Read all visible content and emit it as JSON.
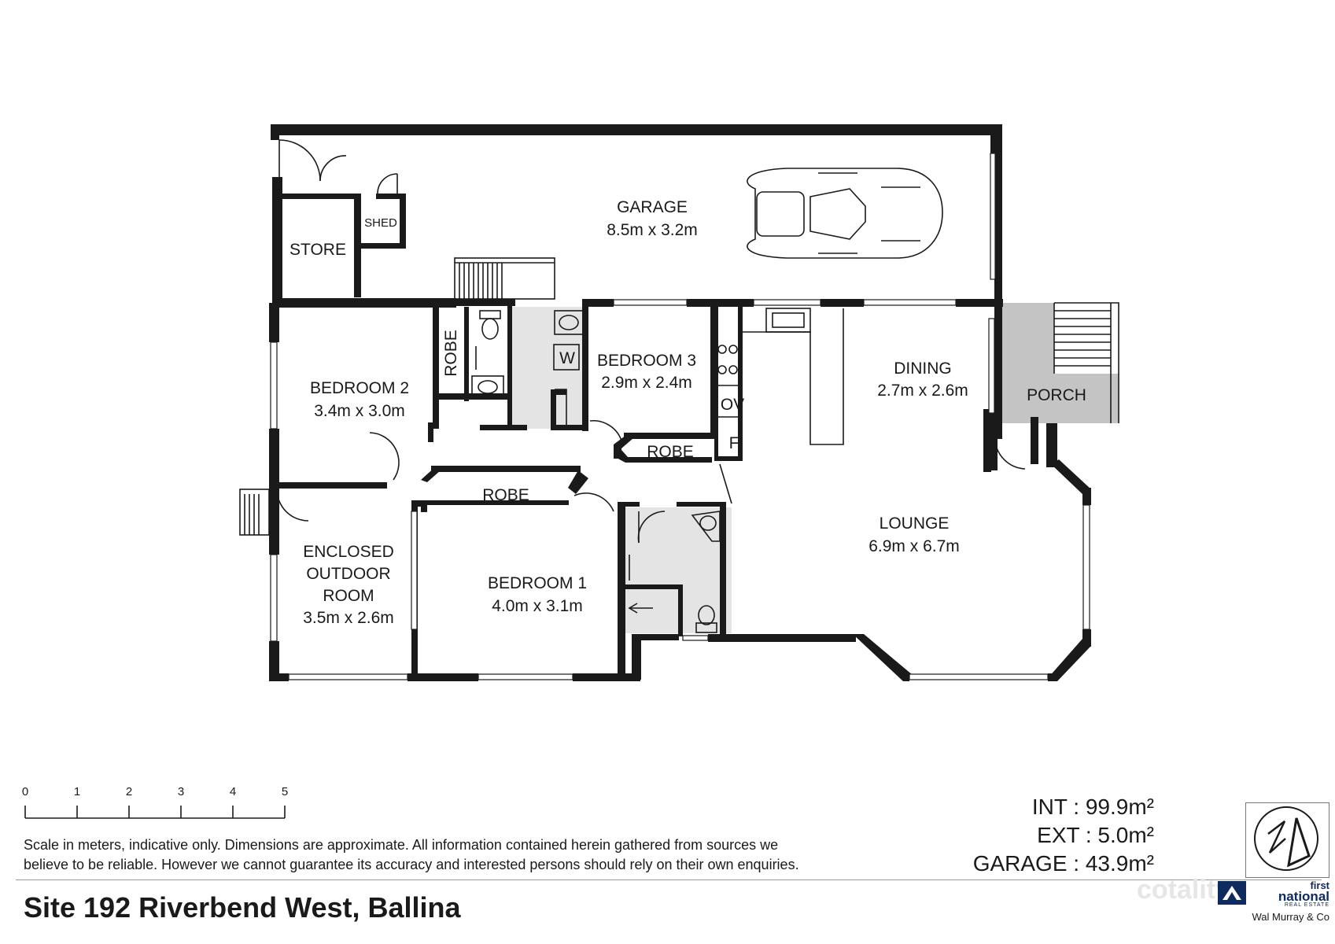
{
  "rooms": {
    "garage": {
      "name": "GARAGE",
      "dims": "8.5m x 3.2m"
    },
    "store": {
      "name": "STORE"
    },
    "shed": {
      "name": "SHED"
    },
    "robe_a": {
      "name": "ROBE"
    },
    "w": {
      "name": "W"
    },
    "bedroom3": {
      "name": "BEDROOM 3",
      "dims": "2.9m x 2.4m"
    },
    "robe_b3": {
      "name": "ROBE"
    },
    "bedroom2": {
      "name": "BEDROOM 2",
      "dims": "3.4m x 3.0m"
    },
    "dining": {
      "name": "DINING",
      "dims": "2.7m x 2.6m"
    },
    "porch": {
      "name": "PORCH"
    },
    "ov": {
      "name": "OV"
    },
    "f": {
      "name": "F"
    },
    "robe_b1": {
      "name": "ROBE"
    },
    "lounge": {
      "name": "LOUNGE",
      "dims": "6.9m x 6.7m"
    },
    "enclosed": {
      "line1": "ENCLOSED",
      "line2": "OUTDOOR",
      "line3": "ROOM",
      "dims": "3.5m x 2.6m"
    },
    "bedroom1": {
      "name": "BEDROOM 1",
      "dims": "4.0m x 3.1m"
    }
  },
  "scale": {
    "ticks": [
      "0",
      "1",
      "2",
      "3",
      "4",
      "5"
    ]
  },
  "disclaimer": {
    "line1": "Scale in meters, indicative only. Dimensions are approximate. All information contained herein gathered from sources we",
    "line2": "believe to be reliable. However we cannot guarantee its accuracy and interested persons should rely on their own enquiries."
  },
  "areas": {
    "int": "INT : 99.9m²",
    "ext": "EXT : 5.0m²",
    "garage": "GARAGE : 43.9m²"
  },
  "address": "Site 192 Riverbend West, Ballina",
  "brand": {
    "line1": "first",
    "line2": "national",
    "line3": "REAL ESTATE",
    "line4": "Wal Murray & Co"
  },
  "watermark": "cotality",
  "colors": {
    "wall": "#1a1a1a",
    "wet_area": "#e4e4e4",
    "porch": "#c4c4c4",
    "brand": "#0f2a5c"
  },
  "icons": [
    "car-icon",
    "north-arrow-icon",
    "brand-logo-icon",
    "toilet-icon",
    "basin-icon",
    "cooktop-icon",
    "sink-icon",
    "stairs-icon",
    "door-swing-icon"
  ]
}
